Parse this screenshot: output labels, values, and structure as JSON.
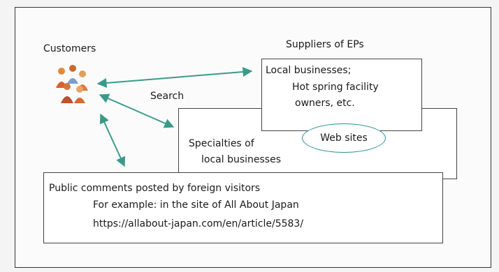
{
  "diagram": {
    "customers_label": "Customers",
    "suppliers_title": "Suppliers of EPs",
    "search_label": "Search",
    "local_box": {
      "line1": "Local businesses;",
      "line2": "Hot spring facility",
      "line3": "owners, etc."
    },
    "web_sites_label": "Web sites",
    "specialties": {
      "line1": "Specialties of",
      "line2": "local businesses"
    },
    "public_comments": {
      "title": "Public comments posted by foreign visitors",
      "example": "For example: in the site of All About Japan",
      "url": "https://allabout-japan.com/en/article/5583/"
    },
    "colors": {
      "arrow": "#3a9a8a",
      "oval": "#2d8f8f",
      "border": "#333333"
    },
    "icons": [
      "customers-people-icon"
    ]
  }
}
